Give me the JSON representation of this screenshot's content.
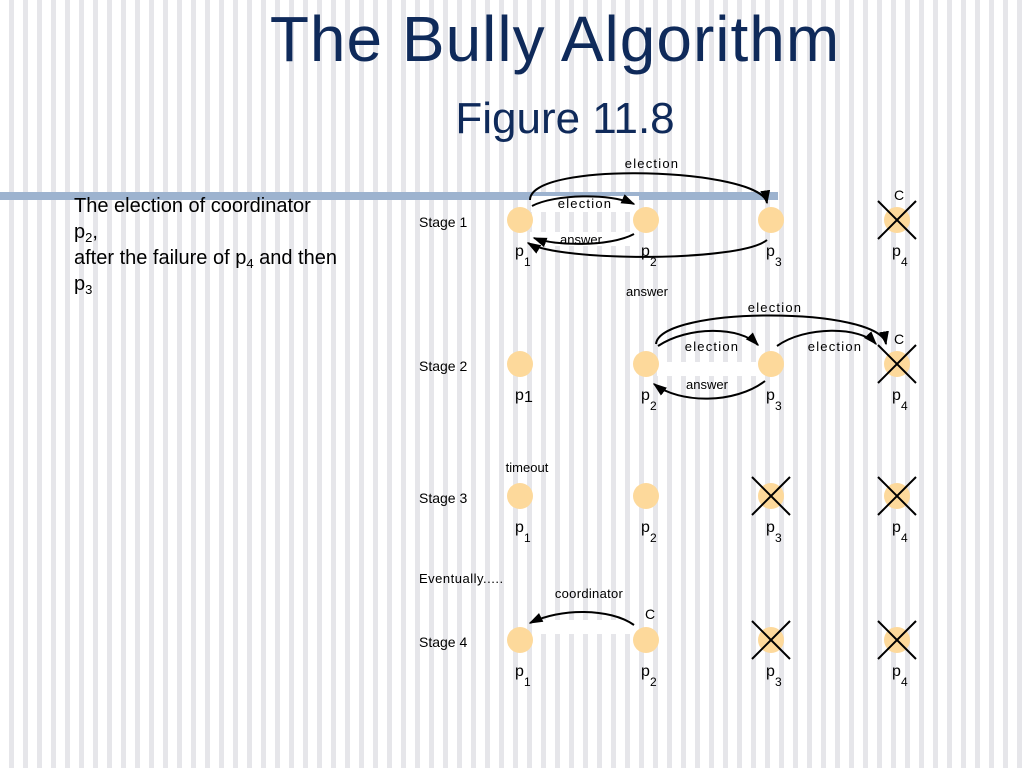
{
  "title": "The Bully Algorithm",
  "subtitle": "Figure 11.8",
  "description": {
    "line1": "The election of coordinator",
    "line2_prefix": "p",
    "line2_sub": "2",
    "line2_suffix": ",",
    "line3_prefix": "after the failure of p",
    "line3_sub": "4",
    "line3_suffix": " and then",
    "line4_prefix": "p",
    "line4_sub": "3"
  },
  "labels": {
    "coordinator_mark": "C",
    "election": "election",
    "answer": "answer",
    "timeout": "timeout",
    "coordinator": "coordinator",
    "eventually": "Eventually....."
  },
  "process_prefix": "p",
  "process_ids": [
    "1",
    "2",
    "3",
    "4"
  ],
  "stages": [
    {
      "label": "Stage 1",
      "failed": [
        4
      ]
    },
    {
      "label": "Stage 2",
      "failed": [
        4
      ]
    },
    {
      "label": "Stage 3",
      "failed": [
        3,
        4
      ]
    },
    {
      "label": "Stage 4",
      "failed": [
        3,
        4
      ]
    }
  ],
  "colors": {
    "title": "#0f2a5a",
    "process": "#fdd99b",
    "rule": "#9db3cf"
  }
}
